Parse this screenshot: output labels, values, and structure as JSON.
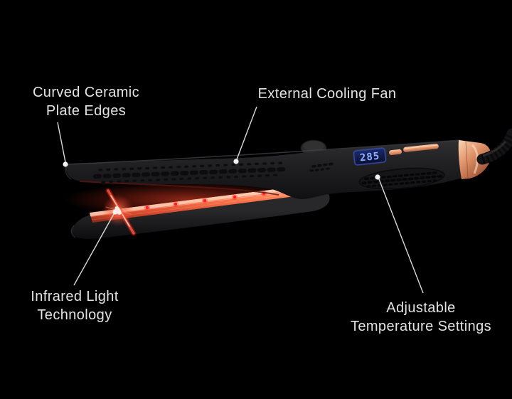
{
  "annotations": {
    "curved_ceramic": {
      "line1": "Curved Ceramic",
      "line2": "Plate Edges"
    },
    "external_fan": {
      "label": "External Cooling Fan"
    },
    "infrared": {
      "line1": "Infrared Light",
      "line2": "Technology"
    },
    "temperature": {
      "line1": "Adjustable",
      "line2": "Temperature Settings"
    }
  },
  "device": {
    "display_value": "285"
  },
  "colors": {
    "background": "#000000",
    "label_text": "#e3e3e3",
    "leader_line": "#d9d9d9",
    "anchor_dot": "#f2f2f2",
    "body_dark": "#1e1e20",
    "rose_gold": "#dd8f66",
    "infrared_glow": "#ff5a3a",
    "led_red": "#ff1e1e",
    "display_digits": "#8fb0ff",
    "display_background": "#0b1134"
  }
}
